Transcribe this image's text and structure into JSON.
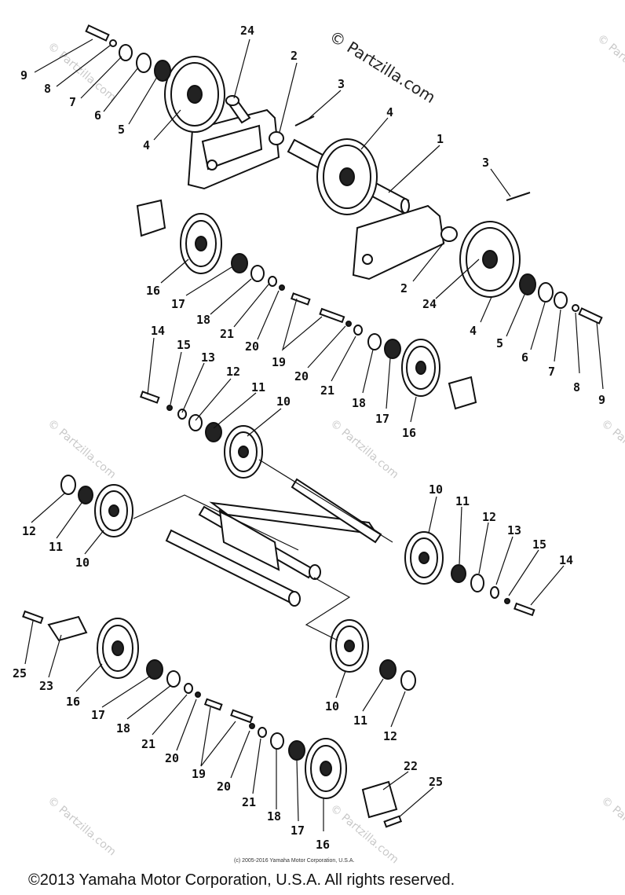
{
  "header": {
    "watermark_main": "© Partzilla.com"
  },
  "watermarks": [
    "© Partzilla.com",
    "© Partzilla.com",
    "© Partzilla.com",
    "© Partzilla.com",
    "© Partzilla.com",
    "© Partzilla.com",
    "© Partzilla.com",
    "© Partzilla.com"
  ],
  "callouts": [
    "9",
    "8",
    "7",
    "6",
    "5",
    "4",
    "24",
    "2",
    "3",
    "4",
    "1",
    "3",
    "16",
    "17",
    "18",
    "21",
    "20",
    "19",
    "2",
    "24",
    "4",
    "5",
    "6",
    "7",
    "8",
    "9",
    "14",
    "15",
    "13",
    "12",
    "11",
    "10",
    "20",
    "21",
    "18",
    "17",
    "16",
    "12",
    "11",
    "10",
    "10",
    "11",
    "12",
    "13",
    "15",
    "14",
    "25",
    "23",
    "16",
    "17",
    "18",
    "21",
    "20",
    "19",
    "20",
    "21",
    "18",
    "17",
    "16",
    "10",
    "11",
    "12",
    "22",
    "25"
  ],
  "footer": {
    "small_copyright": "(c) 2005-2016 Yamaha Motor Corporation, U.S.A.",
    "copyright": "©2013 Yamaha Motor Corporation, U.S.A. All rights reserved."
  }
}
